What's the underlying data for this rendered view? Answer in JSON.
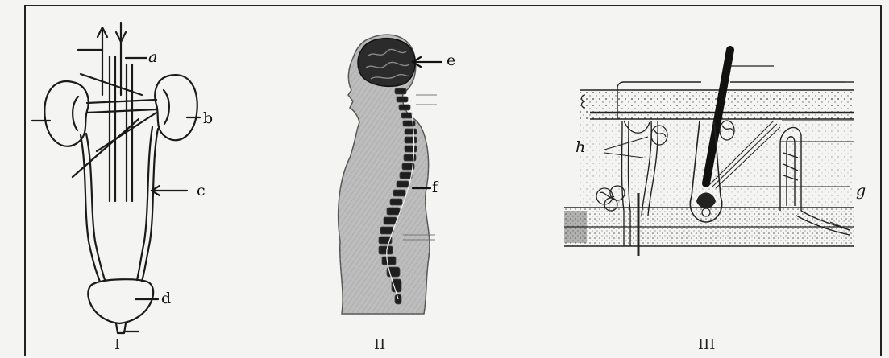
{
  "figures": [
    {
      "id": "I",
      "numeral": "I",
      "labels": {
        "a": "a",
        "b": "b",
        "c": "c",
        "d": "d"
      }
    },
    {
      "id": "II",
      "numeral": "II",
      "labels": {
        "e": "e",
        "f": "f"
      }
    },
    {
      "id": "III",
      "numeral": "III",
      "labels": {
        "g": "g",
        "h": "h"
      }
    }
  ]
}
